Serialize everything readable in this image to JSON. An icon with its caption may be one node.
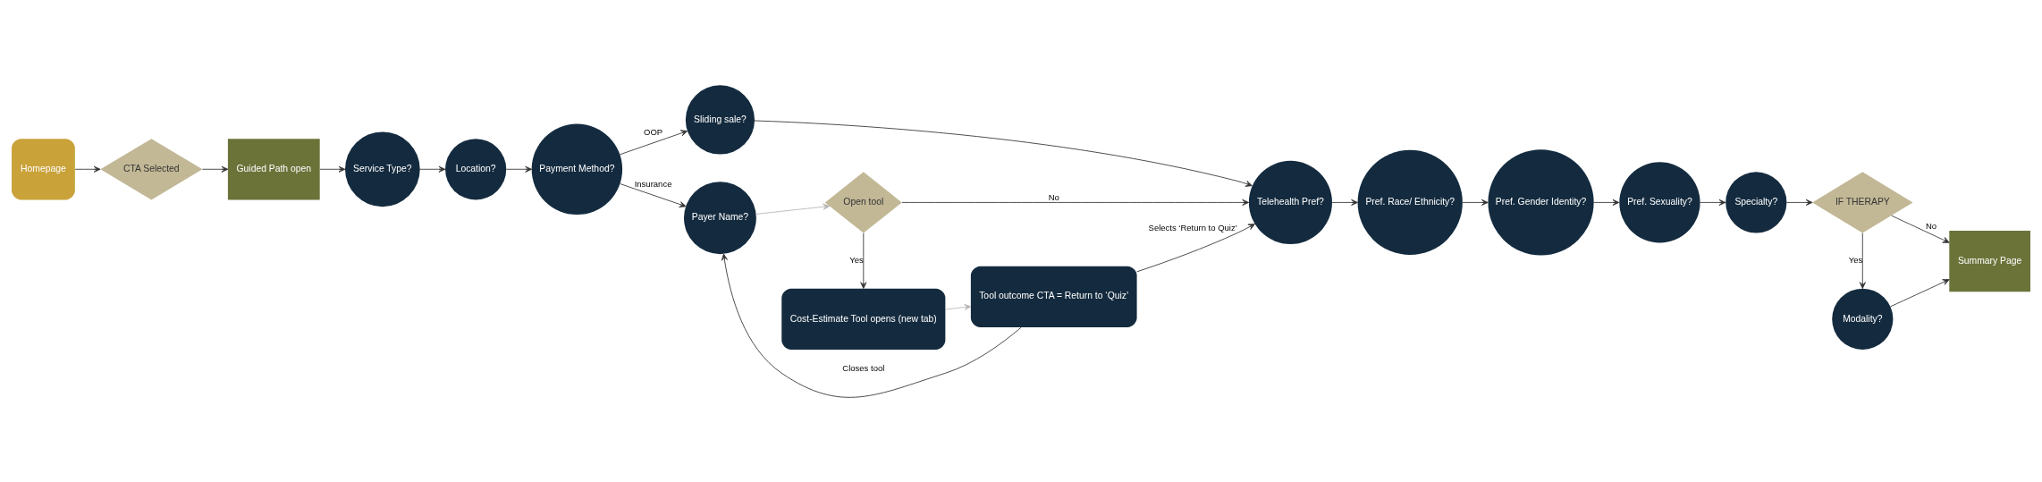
{
  "diagram": {
    "nodes": [
      {
        "text": [
          "Homepage"
        ]
      },
      {
        "text": [
          "CTA Selected"
        ]
      },
      {
        "text": [
          "Guided Path open"
        ]
      },
      {
        "text": [
          "Service Type?"
        ]
      },
      {
        "text": [
          "Location?"
        ]
      },
      {
        "text": [
          "Payment Method?"
        ]
      },
      {
        "text": [
          "Sliding sale?"
        ]
      },
      {
        "text": [
          "Payer Name?"
        ]
      },
      {
        "text": [
          "Open tool"
        ]
      },
      {
        "text": [
          "Cost-Estimate Tool opens (new tab)"
        ]
      },
      {
        "text": [
          "Tool outcome CTA = Return to ‘Quiz’"
        ]
      },
      {
        "text": [
          "Telehealth Pref?"
        ]
      },
      {
        "text": [
          "Pref. Race/ Ethnicity?"
        ]
      },
      {
        "text": [
          "Pref. Gender Identity?"
        ]
      },
      {
        "text": [
          "Pref. Sexuality?"
        ]
      },
      {
        "text": [
          "Specialty?"
        ]
      },
      {
        "text": [
          "IF THERAPY"
        ]
      },
      {
        "text": [
          "Modality?"
        ]
      },
      {
        "text": [
          "Summary Page"
        ]
      }
    ],
    "edges": [
      {
        "from": 0,
        "to": 1,
        "arrow": "to"
      },
      {
        "from": 1,
        "to": 2,
        "arrow": "to"
      },
      {
        "from": 2,
        "to": 3,
        "arrow": "to"
      },
      {
        "from": 3,
        "to": 4,
        "arrow": "to"
      },
      {
        "from": 4,
        "to": 5,
        "arrow": "to"
      },
      {
        "from": 5,
        "to": 6,
        "arrow": "to",
        "label": "OOP"
      },
      {
        "from": 5,
        "to": 7,
        "arrow": "to",
        "label": "Insurance"
      },
      {
        "from": 6,
        "to": 11,
        "arrow": "to"
      },
      {
        "from": 7,
        "to": 8,
        "arrow": "to",
        "color": "#b5b5b5"
      },
      {
        "from": 8,
        "to": 11,
        "arrow": "to",
        "label": "No"
      },
      {
        "from": 8,
        "to": 9,
        "arrow": "to",
        "label": "Yes"
      },
      {
        "from": 9,
        "to": 10,
        "arrow": "to",
        "color": "#b5b5b5"
      },
      {
        "from": 10,
        "to": 11,
        "arrow": "to",
        "label": "Selects ‘Return to Quiz’"
      },
      {
        "from": 10,
        "to": 7,
        "arrow": "to",
        "label": "Closes tool"
      },
      {
        "from": 11,
        "to": 12,
        "arrow": "to"
      },
      {
        "from": 12,
        "to": 13,
        "arrow": "to"
      },
      {
        "from": 13,
        "to": 14,
        "arrow": "to"
      },
      {
        "from": 14,
        "to": 15,
        "arrow": "to"
      },
      {
        "from": 15,
        "to": 16,
        "arrow": "to"
      },
      {
        "from": 16,
        "to": 18,
        "arrow": "to",
        "label": "No"
      },
      {
        "from": 16,
        "to": 17,
        "arrow": "to",
        "label": "Yes"
      },
      {
        "from": 17,
        "to": 18,
        "arrow": "to"
      }
    ]
  }
}
